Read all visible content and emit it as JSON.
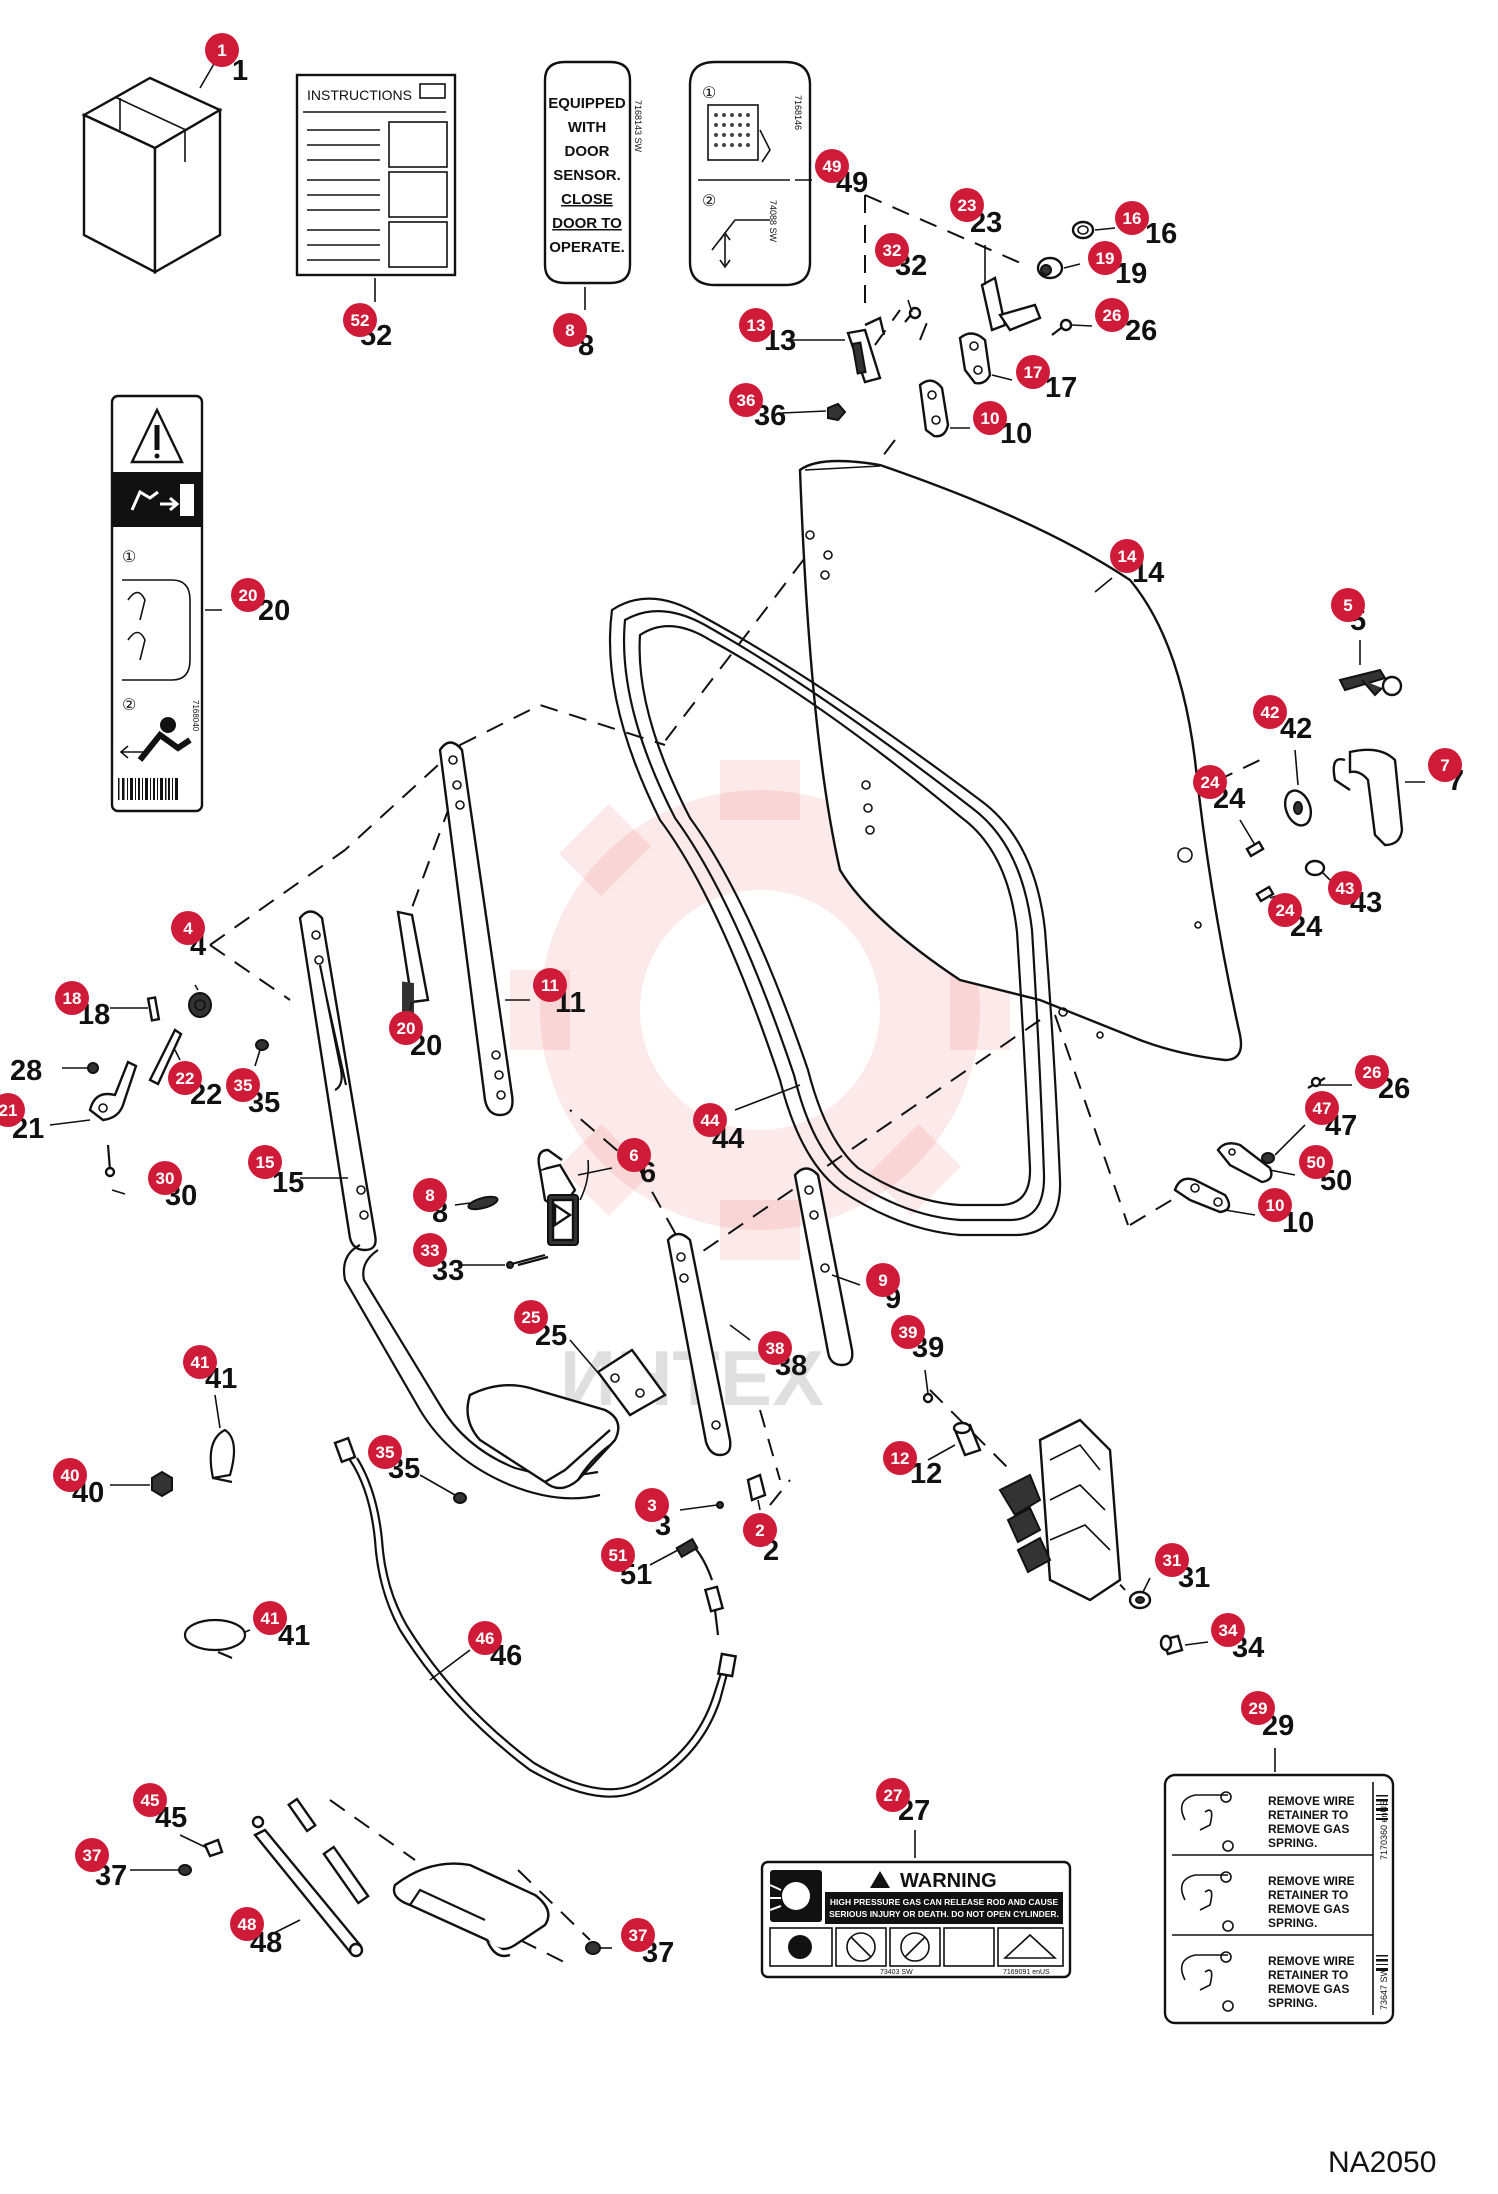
{
  "diagram_code": "NA2050",
  "watermark_text": "ИНТЕХ",
  "labels": {
    "instructions": "INSTRUCTIONS",
    "door_sensor": [
      "EQUIPPED",
      "WITH",
      "DOOR",
      "SENSOR.",
      "CLOSE",
      "DOOR TO",
      "OPERATE."
    ],
    "door_sensor_side": "7168143 SW",
    "decal49_code_top": "7168146",
    "decal49_code_bottom": "74088 SW",
    "decal49_step1": "①",
    "decal49_step2": "②",
    "decal20_step1": "①",
    "decal20_step2": "②",
    "decal20_code": "7168040",
    "warning_title": "WARNING",
    "warning_line1": "HIGH PRESSURE GAS CAN RELEASE ROD AND CAUSE",
    "warning_line2": "SERIOUS INJURY OR DEATH. DO NOT OPEN CYLINDER.",
    "warning_code_left": "73403 SW",
    "warning_code_right": "7169091 enUS",
    "spring_line1": "REMOVE WIRE",
    "spring_line2": "RETAINER TO",
    "spring_line3": "REMOVE GAS",
    "spring_line4": "SPRING.",
    "spring_code_top": "7170360 enUS",
    "spring_code_bottom": "73647 SW"
  },
  "callouts": [
    {
      "id": "c1",
      "num": "1"
    },
    {
      "id": "c52",
      "num": "52"
    },
    {
      "id": "c8a",
      "num": "8"
    },
    {
      "id": "c49",
      "num": "49"
    },
    {
      "id": "c23",
      "num": "23"
    },
    {
      "id": "c16",
      "num": "16"
    },
    {
      "id": "c19",
      "num": "19"
    },
    {
      "id": "c32",
      "num": "32"
    },
    {
      "id": "c26a",
      "num": "26"
    },
    {
      "id": "c13",
      "num": "13"
    },
    {
      "id": "c17",
      "num": "17"
    },
    {
      "id": "c36",
      "num": "36"
    },
    {
      "id": "c10a",
      "num": "10"
    },
    {
      "id": "c14",
      "num": "14"
    },
    {
      "id": "c20a",
      "num": "20"
    },
    {
      "id": "c5",
      "num": "5"
    },
    {
      "id": "c42",
      "num": "42"
    },
    {
      "id": "c7",
      "num": "7"
    },
    {
      "id": "c24a",
      "num": "24"
    },
    {
      "id": "c43",
      "num": "43"
    },
    {
      "id": "c24b",
      "num": "24"
    },
    {
      "id": "c4",
      "num": "4"
    },
    {
      "id": "c18",
      "num": "18"
    },
    {
      "id": "c11",
      "num": "11"
    },
    {
      "id": "c20b",
      "num": "20"
    },
    {
      "id": "c28",
      "num": "28"
    },
    {
      "id": "c22",
      "num": "22"
    },
    {
      "id": "c35a",
      "num": "35"
    },
    {
      "id": "c21",
      "num": "21"
    },
    {
      "id": "c26b",
      "num": "26"
    },
    {
      "id": "c47",
      "num": "47"
    },
    {
      "id": "c44",
      "num": "44"
    },
    {
      "id": "c15",
      "num": "15"
    },
    {
      "id": "c30",
      "num": "30"
    },
    {
      "id": "c6",
      "num": "6"
    },
    {
      "id": "c50",
      "num": "50"
    },
    {
      "id": "c8b",
      "num": "8"
    },
    {
      "id": "c10b",
      "num": "10"
    },
    {
      "id": "c33",
      "num": "33"
    },
    {
      "id": "c9",
      "num": "9"
    },
    {
      "id": "c25",
      "num": "25"
    },
    {
      "id": "c38",
      "num": "38"
    },
    {
      "id": "c39",
      "num": "39"
    },
    {
      "id": "c41a",
      "num": "41"
    },
    {
      "id": "c12",
      "num": "12"
    },
    {
      "id": "c35b",
      "num": "35"
    },
    {
      "id": "c40",
      "num": "40"
    },
    {
      "id": "c3",
      "num": "3"
    },
    {
      "id": "c2",
      "num": "2"
    },
    {
      "id": "c51",
      "num": "51"
    },
    {
      "id": "c31",
      "num": "31"
    },
    {
      "id": "c41b",
      "num": "41"
    },
    {
      "id": "c46",
      "num": "46"
    },
    {
      "id": "c34",
      "num": "34"
    },
    {
      "id": "c29",
      "num": "29"
    },
    {
      "id": "c27",
      "num": "27"
    },
    {
      "id": "c45",
      "num": "45"
    },
    {
      "id": "c37a",
      "num": "37"
    },
    {
      "id": "c48",
      "num": "48"
    },
    {
      "id": "c37b",
      "num": "37"
    }
  ]
}
